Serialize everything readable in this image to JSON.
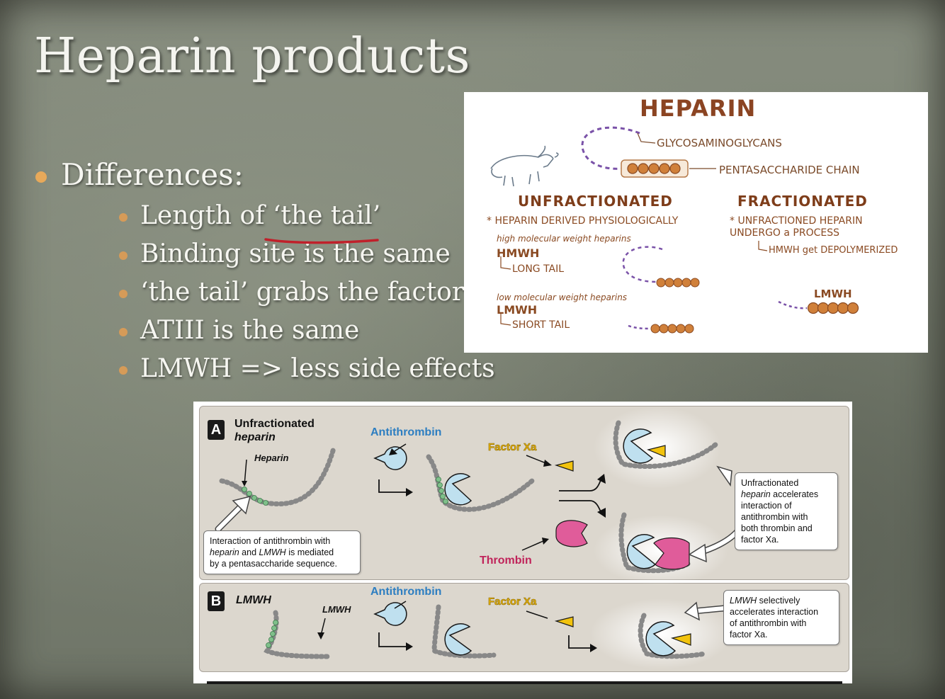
{
  "slide": {
    "title": "Heparin products",
    "main_bullet": "Differences:",
    "sub_bullets": [
      "Length of ‘the tail’",
      "Binding site is the same",
      "‘the tail’ grabs the factor",
      "ATIII is the same",
      "LMWH => less side effects"
    ],
    "accent_color": "#e7a95a",
    "underline_color": "#c0202a"
  },
  "heparin_figure": {
    "title": "HEPARIN",
    "glycosaminoglycans": "GLYCOSAMINOGLYCANS",
    "pentasaccharide": "PENTASACCHARIDE CHAIN",
    "unfractionated": "UNFRACTIONATED",
    "fractionated": "FRACTIONATED",
    "derived": "* HEPARIN DERIVED PHYSIOLOGICALLY",
    "unfractioned_process": "* UNFRACTIONED HEPARIN UNDERGO a PROCESS",
    "depolymerized": "HMWH get DEPOLYMERIZED",
    "hmw_full": "high molecular weight heparins",
    "hmwh": "HMWH",
    "long_tail": "LONG TAIL",
    "lmw_full": "low molecular weight heparins",
    "lmwh": "LMWH",
    "short_tail": "SHORT TAIL",
    "lmwh_right": "LMWH"
  },
  "mechanism_figure": {
    "panel_a": {
      "badge": "A",
      "title_line1": "Unfractionated",
      "title_line2": "heparin",
      "heparin": "Heparin",
      "antithrombin": "Antithrombin",
      "factor_xa": "Factor Xa",
      "thrombin": "Thrombin",
      "callout_left_1": "Interaction of antithrombin with",
      "callout_left_2a": "heparin",
      "callout_left_2b": " and ",
      "callout_left_2c": "LMWH",
      "callout_left_2d": " is mediated",
      "callout_left_3": "by a pentasaccharide sequence.",
      "callout_right_1": "Unfractionated",
      "callout_right_2a": "heparin",
      "callout_right_2b": " accelerates",
      "callout_right_3": "interaction of",
      "callout_right_4": "antithrombin with",
      "callout_right_5": "both thrombin and",
      "callout_right_6": "factor Xa."
    },
    "panel_b": {
      "badge": "B",
      "title": "LMWH",
      "lmwh": "LMWH",
      "antithrombin": "Antithrombin",
      "factor_xa": "Factor Xa",
      "callout_1a": "LMWH",
      "callout_1b": " selectively",
      "callout_2": "accelerates interaction",
      "callout_3": "of antithrombin with",
      "callout_4": "factor Xa."
    }
  }
}
